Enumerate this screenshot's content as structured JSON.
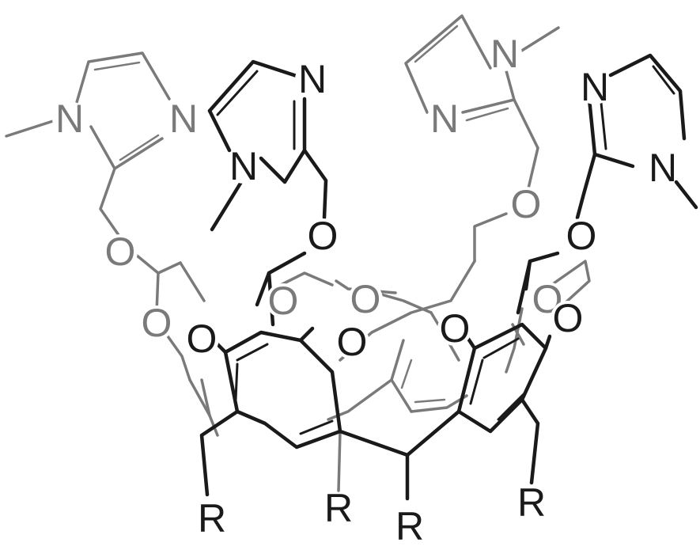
{
  "diagram": {
    "type": "chemical-structure",
    "atoms": {
      "nitrogen": "N",
      "oxygen": "O",
      "substituent": "R"
    },
    "colors": {
      "front": "#1a1a1a",
      "back": "#7a7a7a"
    }
  }
}
